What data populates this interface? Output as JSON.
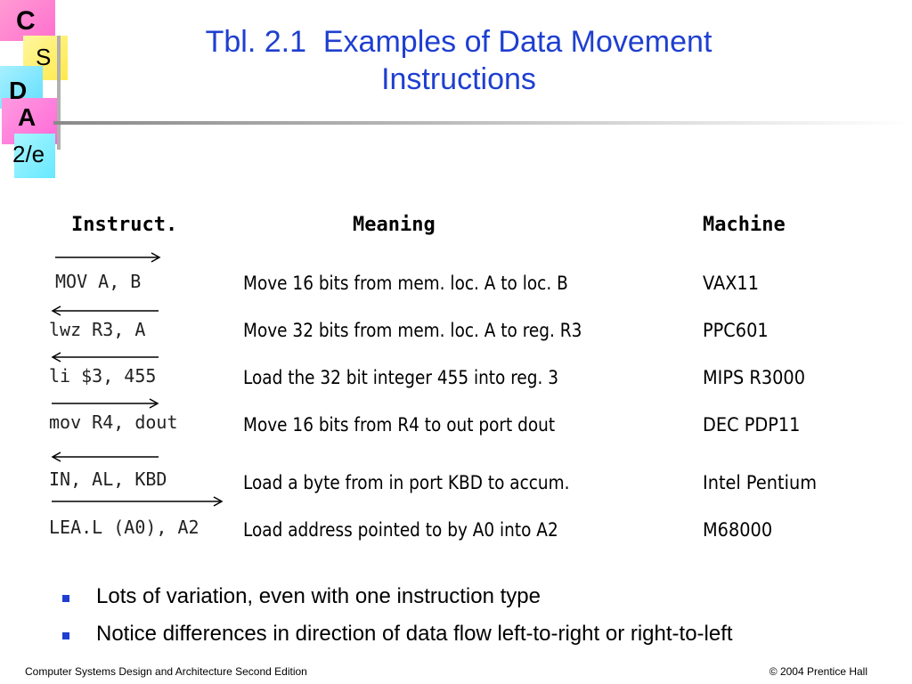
{
  "logo": {
    "c": "C",
    "s": "S",
    "d": "D",
    "a": "A",
    "edition": "2/e"
  },
  "title": {
    "line1": "Tbl. 2.1  Examples of Data Movement",
    "line2": "Instructions"
  },
  "table": {
    "headers": {
      "instruct": "Instruct.",
      "meaning": "Meaning",
      "machine": "Machine"
    },
    "rows": [
      {
        "instruction": "MOV A, B",
        "arrow": "right",
        "meaning": "Move 16 bits from mem. loc. A to loc. B",
        "machine": "VAX11"
      },
      {
        "instruction": "lwz R3, A",
        "arrow": "left",
        "meaning": "Move 32 bits from mem. loc. A to reg. R3",
        "machine": "PPC601"
      },
      {
        "instruction": "li $3, 455",
        "arrow": "left",
        "meaning": "Load the 32 bit integer 455 into reg. 3",
        "machine": "MIPS R3000"
      },
      {
        "instruction": "mov R4, dout",
        "arrow": "right",
        "meaning": "Move 16 bits from R4 to out port dout",
        "machine": "DEC PDP11"
      },
      {
        "instruction": "IN, AL, KBD",
        "arrow": "left",
        "meaning": "Load a byte from in port KBD to accum.",
        "machine": "Intel  Pentium"
      },
      {
        "instruction": "LEA.L (A0), A2",
        "arrow": "right",
        "meaning": "Load address pointed to by A0 into A2",
        "machine": "M68000"
      }
    ]
  },
  "bullets": [
    "Lots of variation, even with one instruction type",
    "Notice differences in direction of data flow left-to-right or right-to-left"
  ],
  "footer": {
    "left": "Computer Systems Design and Architecture Second Edition",
    "right": "© 2004 Prentice Hall"
  },
  "colors": {
    "title": "#1f3fd0",
    "bullet": "#1f3fd0"
  }
}
